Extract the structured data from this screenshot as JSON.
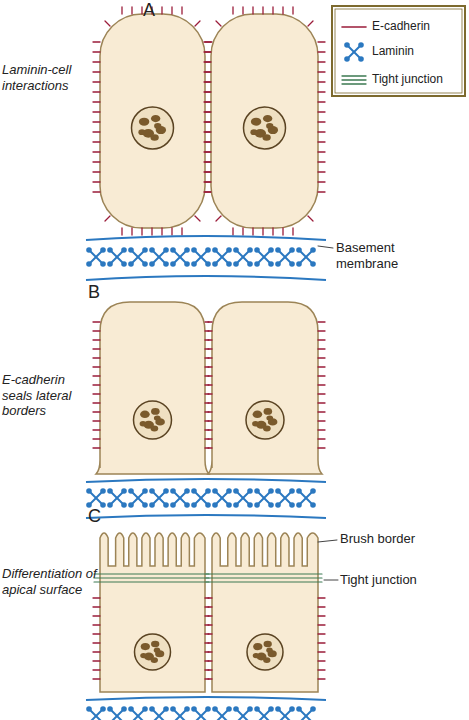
{
  "diagram": {
    "labels": [
      "A",
      "Laminin-cell interactions",
      "Basement membrane",
      "B",
      "E-cadherin seals lateral borders",
      "C",
      "Differentiation of apical surface",
      "Brush border",
      "Tight junction"
    ],
    "legend": [
      {
        "text": "E-cadherin"
      },
      {
        "text": "Laminin"
      },
      {
        "text": "Tight junction"
      }
    ]
  }
}
